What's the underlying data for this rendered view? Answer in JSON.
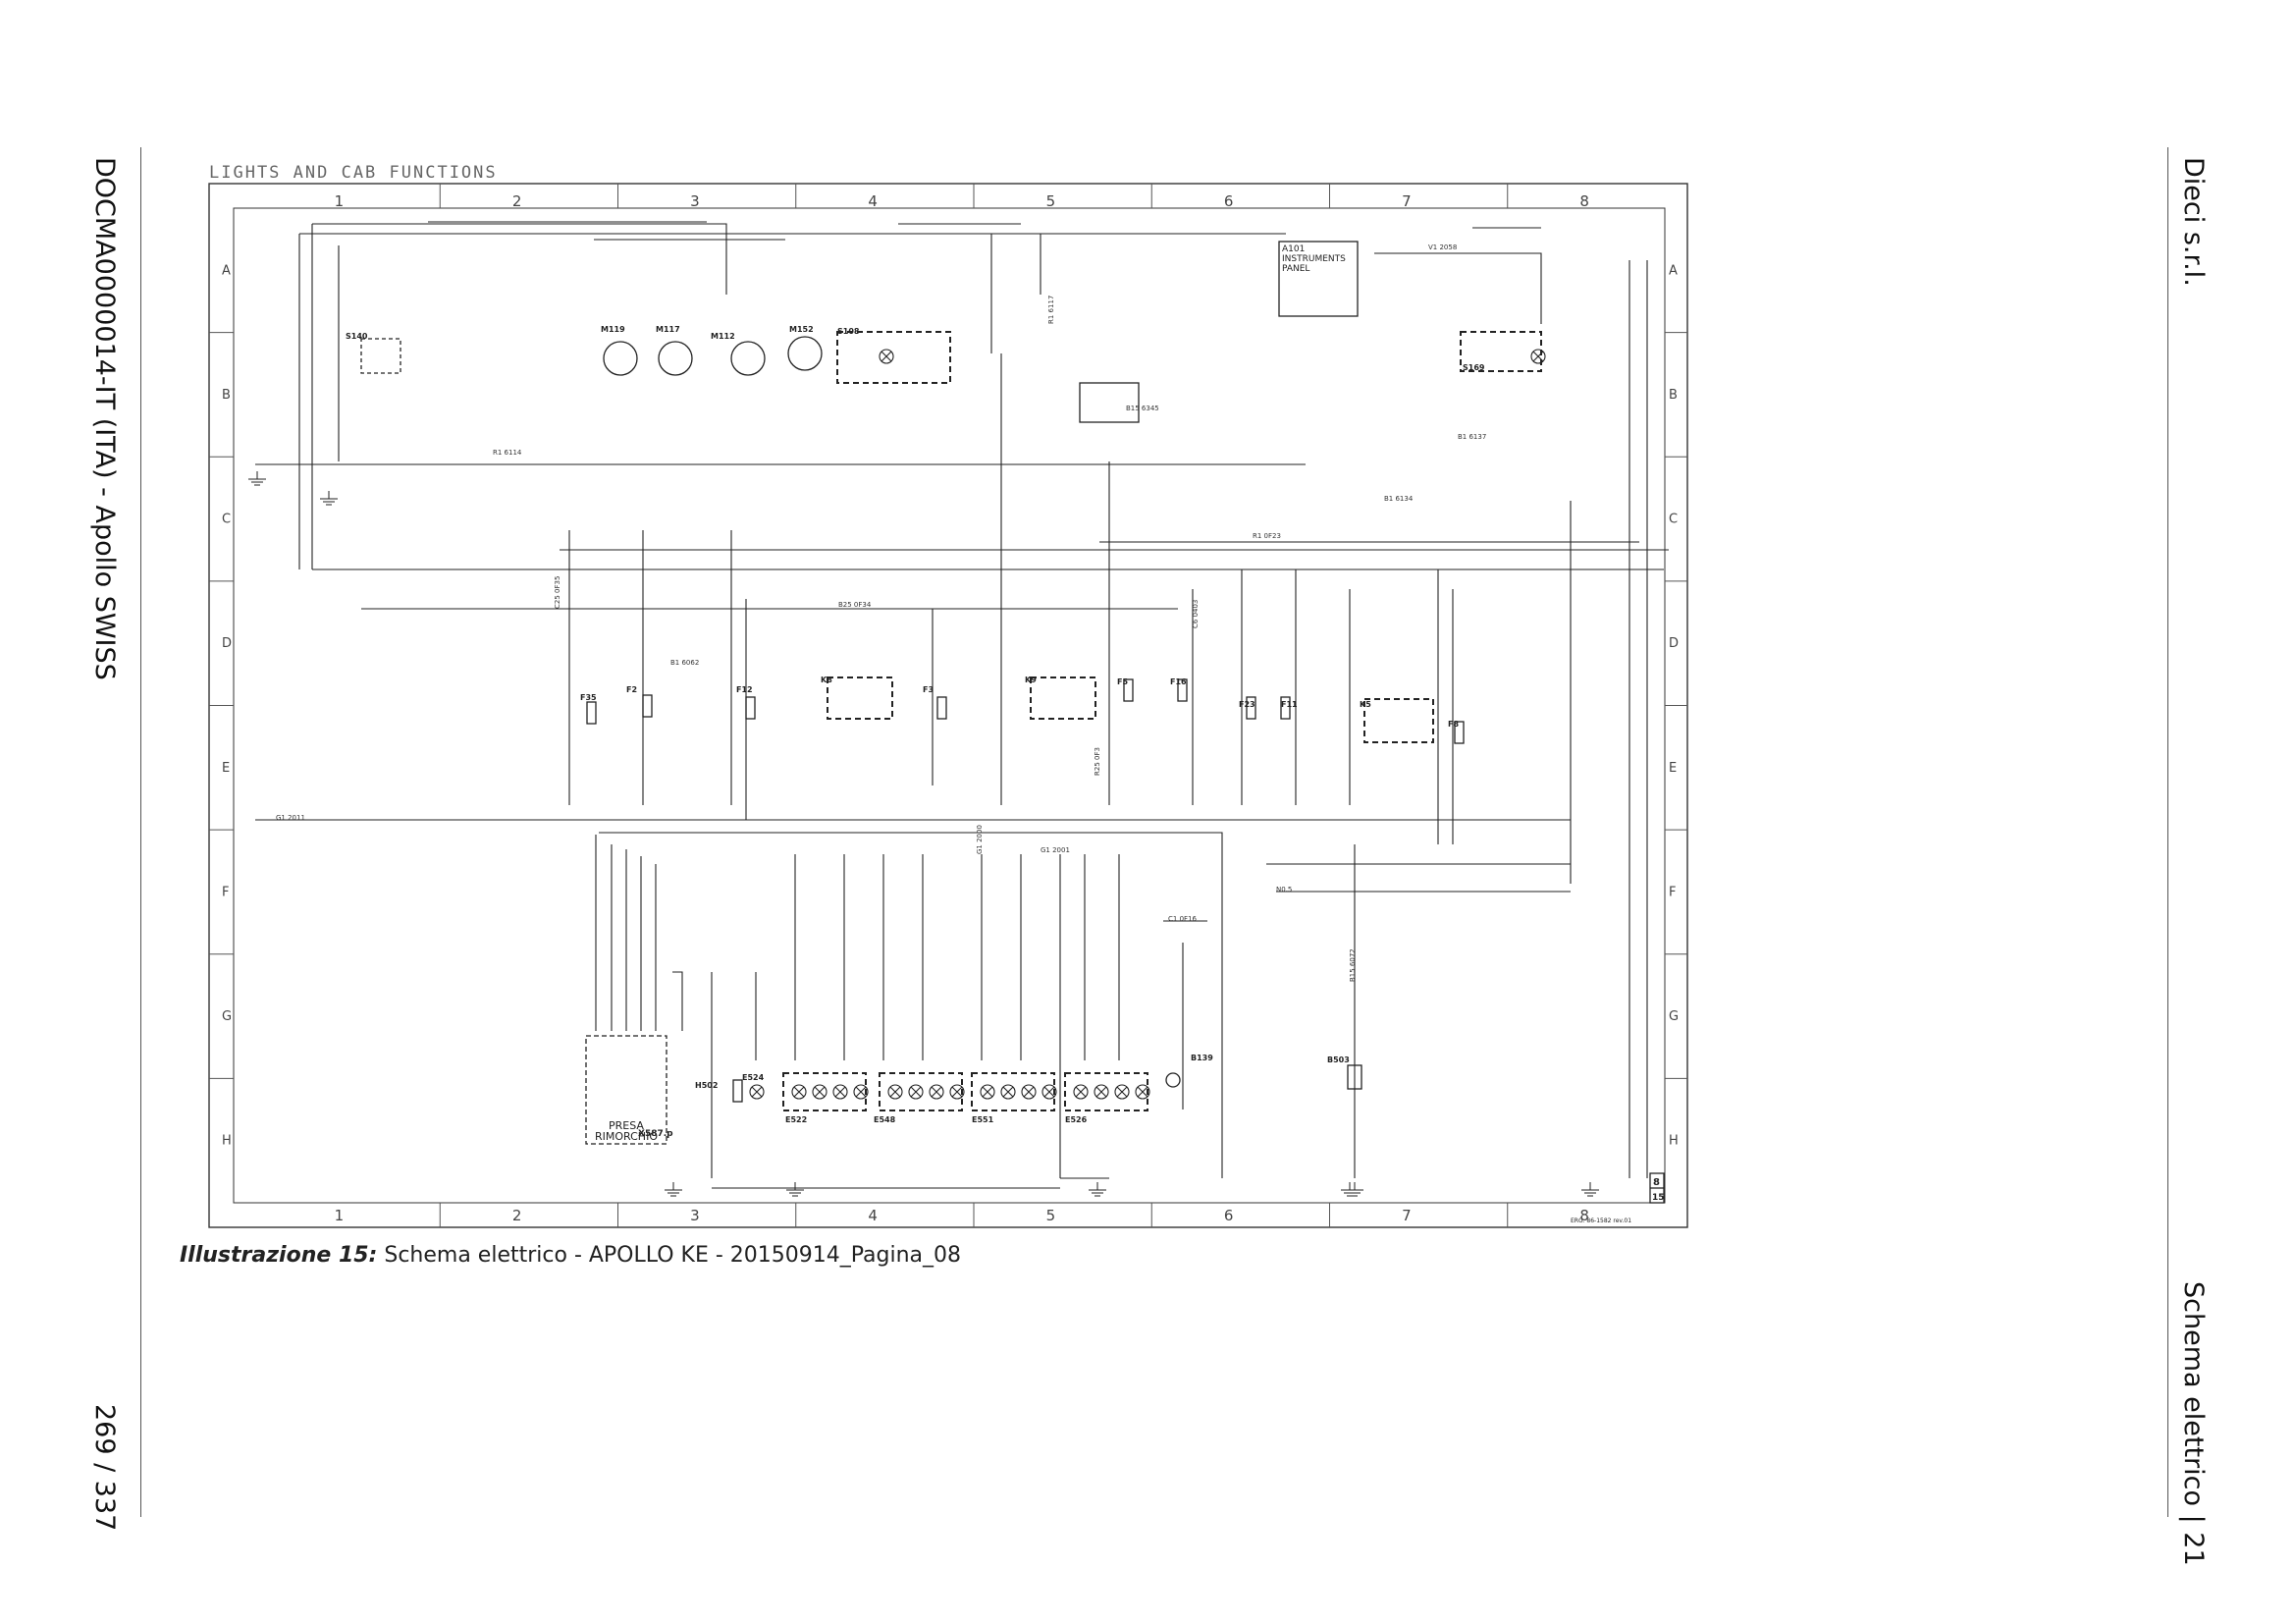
{
  "left_margin": {
    "document_code": "DOCMA0000014-IT (ITA) - Apollo SWISS",
    "page_number": "269 / 337"
  },
  "right_margin": {
    "company": "Dieci s.r.l.",
    "section": "Schema elettrico | 21"
  },
  "caption": {
    "label": "Illustrazione 15:",
    "text": " Schema elettrico - APOLLO KE - 20150914_Pagina_08"
  },
  "drawing": {
    "title": "LIGHTS AND CAB FUNCTIONS",
    "columns": [
      "1",
      "2",
      "3",
      "4",
      "5",
      "6",
      "7",
      "8"
    ],
    "rows": [
      "A",
      "B",
      "C",
      "D",
      "E",
      "F",
      "G",
      "H"
    ],
    "sheet_number": "8",
    "sheet_total": "15",
    "drawing_ref": "ERG. 86-1582 rev.01",
    "panel_label": "A101",
    "panel_title_1": "INSTRUMENTS",
    "panel_title_2": "PANEL",
    "trailer_label_1": "PRESA",
    "trailer_label_2": "RIMORCHIO",
    "trailer_ref": "X587.p",
    "components": [
      "S140",
      "M119",
      "M117",
      "M112",
      "M152",
      "S108",
      "S169",
      "F35",
      "F2",
      "F12",
      "K8",
      "F3",
      "K9",
      "F5",
      "F16",
      "F23",
      "F11",
      "K5",
      "F8",
      "H502",
      "E524",
      "E522",
      "E548",
      "E551",
      "E526",
      "B139",
      "B503"
    ],
    "wire_labels": [
      "B1 6062",
      "G1 2011",
      "R1 6114",
      "C25 0F35",
      "B25 0F34",
      "N0.5",
      "G1 2001",
      "V1 2058",
      "C1 0F16",
      "B1 6134",
      "R1 0F23",
      "B1 6137",
      "B15 6345",
      "R1 6117",
      "B15 6072",
      "C6 0403",
      "G1 2000",
      "R25 0F3"
    ]
  }
}
